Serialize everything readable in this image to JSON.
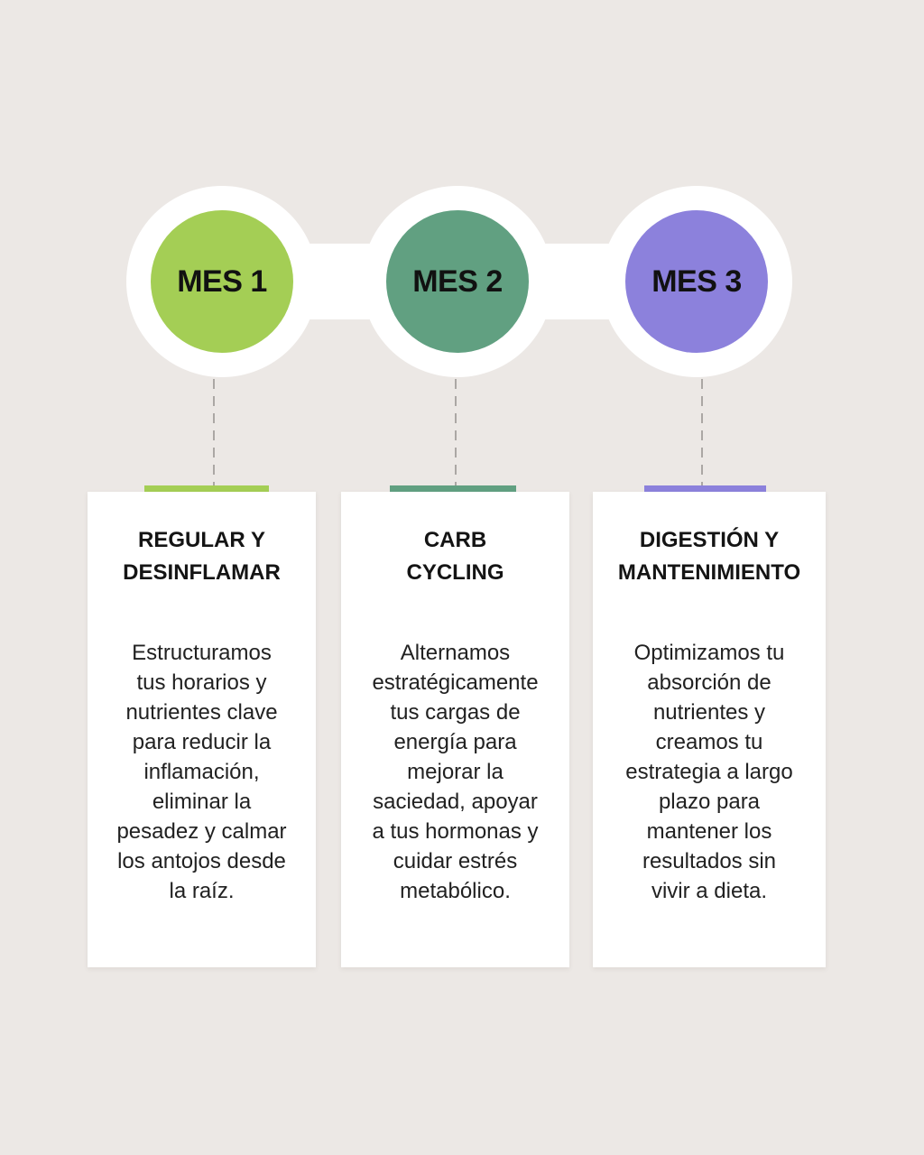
{
  "background_color": "#ECE8E5",
  "timeline": {
    "months": [
      {
        "label": "MES 1",
        "color": "#A4CE55"
      },
      {
        "label": "MES 2",
        "color": "#61A081"
      },
      {
        "label": "MES 3",
        "color": "#8C81DC"
      }
    ],
    "connector_color": "#ABA7A4"
  },
  "cards": [
    {
      "accent_color": "#A4CE55",
      "title": "REGULAR Y\nDESINFLAMAR",
      "body": "Estructuramos\ntus horarios y\nnutrientes clave\npara reducir la\ninflamación,\neliminar la\npesadez y calmar\nlos antojos desde\nla raíz."
    },
    {
      "accent_color": "#61A081",
      "title": "CARB\nCYCLING",
      "body": "Alternamos\nestratégicamente\ntus cargas de\nenergía para\nmejorar la\nsaciedad, apoyar\na tus hormonas y\ncuidar estrés\nmetabólico."
    },
    {
      "accent_color": "#8C81DC",
      "title": "DIGESTIÓN Y\nMANTENIMIENTO",
      "body": "Optimizamos tu\nabsorción de\nnutrientes y\ncreamos tu\nestrategia a largo\nplazo para\nmantener los\nresultados sin\nvivir a dieta."
    }
  ]
}
